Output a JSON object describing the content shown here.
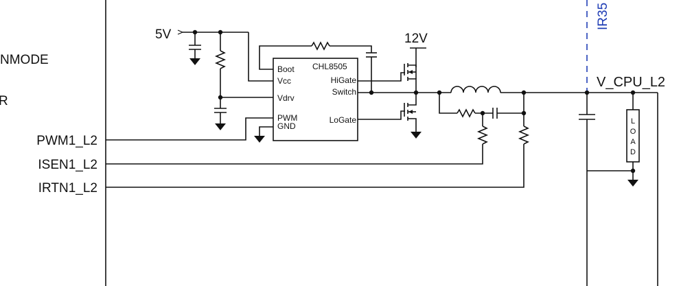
{
  "left_labels": {
    "enmode_partial": "NMODE",
    "r_partial": "R"
  },
  "signals": {
    "pwm": "PWM1_L2",
    "isen": "ISEN1_L2",
    "irtn": "IRTN1_L2"
  },
  "supplies": {
    "v5": "5V",
    "v12": "12V"
  },
  "driver": {
    "part": "CHL8505",
    "boot": "Boot",
    "vcc": "Vcc",
    "vdrv": "Vdrv",
    "pwm": "PWM",
    "gnd": "GND",
    "higate": "HiGate",
    "switch": "Switch",
    "logate": "LoGate"
  },
  "output": {
    "net": "V_CPU_L2",
    "load_letters": [
      "L",
      "O",
      "A",
      "D"
    ]
  },
  "controller_partial": "IR35",
  "colors": {
    "wire": "#111111",
    "controller_boundary": "#1f3db5"
  }
}
